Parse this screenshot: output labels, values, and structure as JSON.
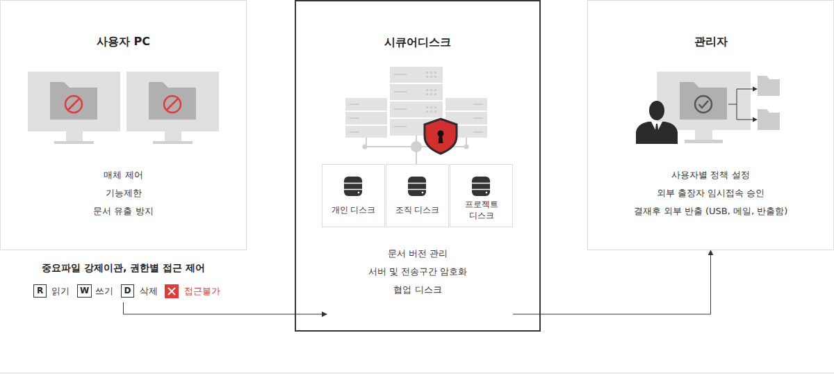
{
  "diagram": {
    "nodes": [
      {
        "text": [
          "사용자 PC",
          "매체 제어",
          "기능제한",
          "문서 유출 방지"
        ]
      },
      {
        "text": [
          "시큐어디스크",
          "문서 버전 관리",
          "서버 및 전송구간 암호화",
          "협업 디스크"
        ]
      },
      {
        "text": [
          "개인 디스크"
        ],
        "in": 1
      },
      {
        "text": [
          "조직 디스크"
        ],
        "in": 1
      },
      {
        "text": [
          "프로젝트 디스크"
        ],
        "in": 1
      },
      {
        "text": [
          "관리자",
          "사용자별 정책 설정",
          "외부 출장자 임시접속 승인",
          "결재후 외부 반출 (USB, 메일, 반출함)"
        ]
      }
    ],
    "edges": [
      {
        "from": 0,
        "to": 1,
        "arrow": "to"
      },
      {
        "from": 1,
        "to": 5,
        "arrow": "to"
      }
    ],
    "labels": [
      "중요파일 강제이관, 권한별 접근 제어",
      "R",
      "읽기",
      "W",
      "쓰기",
      "D",
      "삭제",
      "접근불가"
    ]
  }
}
